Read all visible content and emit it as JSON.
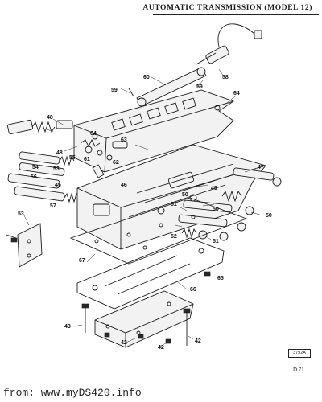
{
  "header": {
    "title": "AUTOMATIC TRANSMISSION (MODEL 12)"
  },
  "diagram": {
    "callouts": [
      "42",
      "42",
      "42",
      "43",
      "45",
      "46",
      "47",
      "48",
      "48",
      "49",
      "50",
      "50",
      "50",
      "51",
      "51",
      "52",
      "53",
      "53",
      "54",
      "55",
      "56",
      "57",
      "58",
      "59",
      "59",
      "60",
      "61",
      "62",
      "63",
      "64",
      "64",
      "65",
      "66",
      "67"
    ],
    "reference_code": "3792A"
  },
  "page_code": "D.71",
  "footer": {
    "watermark": "from: www.myDS420.info"
  }
}
